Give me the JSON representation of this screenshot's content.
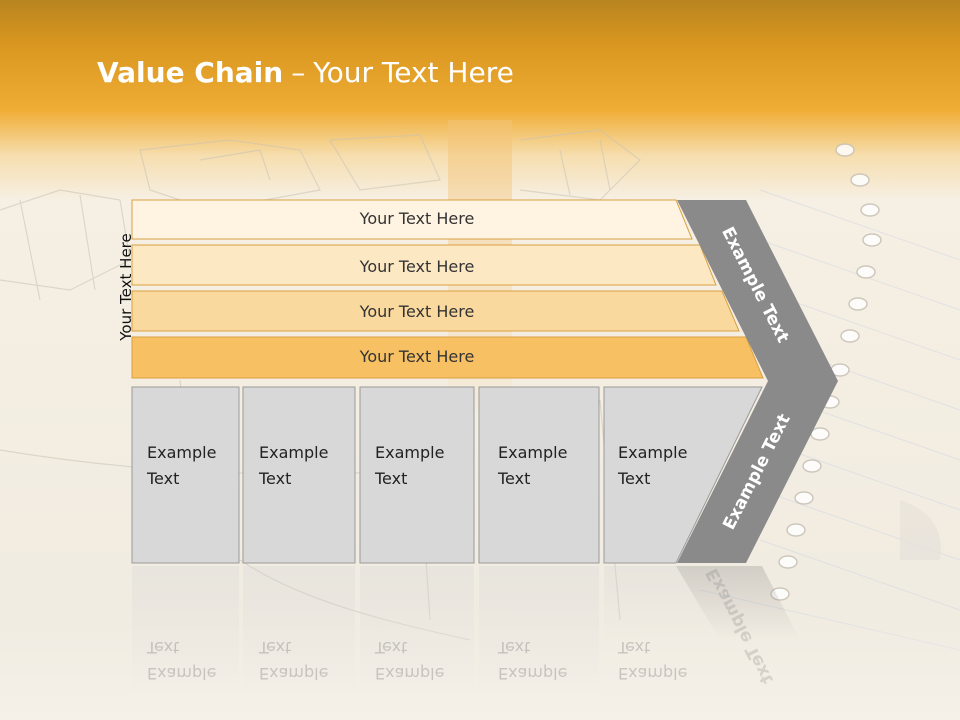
{
  "title": {
    "bold": "Value Chain",
    "separator": "–",
    "rest": "Your Text Here"
  },
  "side_label": "Your Text Here",
  "support_bars": [
    {
      "label": "Your Text Here",
      "color": "#fff4e2"
    },
    {
      "label": "Your Text Here",
      "color": "#fde8c4"
    },
    {
      "label": "Your Text Here",
      "color": "#fad99f"
    },
    {
      "label": "Your Text Here",
      "color": "#f6c063"
    }
  ],
  "primary_activities": [
    {
      "line1": "Example",
      "line2": "Text"
    },
    {
      "line1": "Example",
      "line2": "Text"
    },
    {
      "line1": "Example",
      "line2": "Text"
    },
    {
      "line1": "Example",
      "line2": "Text"
    },
    {
      "line1": "Example",
      "line2": "Text"
    }
  ],
  "margin_arrow": {
    "upper_label": "Example Text",
    "lower_label": "Example Text",
    "color": "#8a8a8a"
  },
  "colors": {
    "header": "#f0ad35",
    "bar_border": "#d9a040",
    "activity_fill": "#d8d8d8",
    "activity_border": "#9a9a9a"
  }
}
